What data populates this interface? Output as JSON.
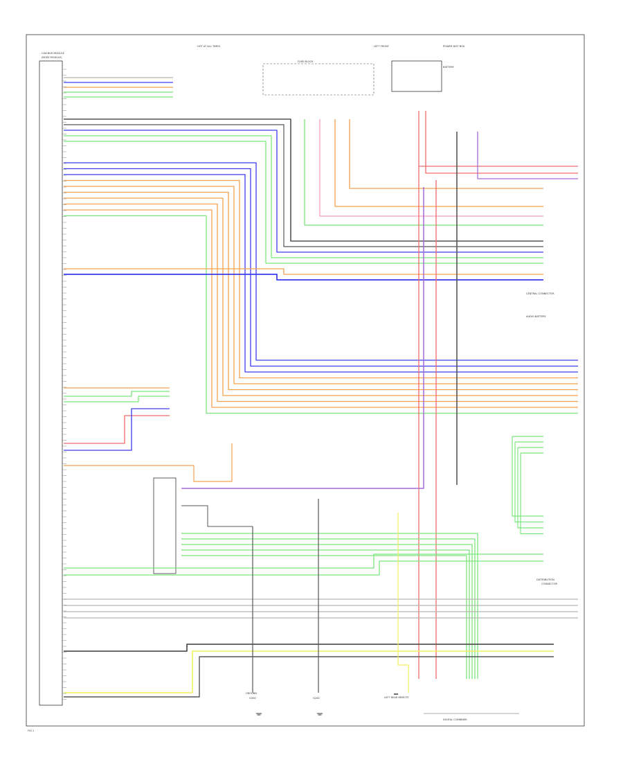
{
  "colors": {
    "blue": "#3a3cf0",
    "green": "#7be57b",
    "orange": "#f5a04a",
    "red": "#f06a6a",
    "gray": "#b5b5b5",
    "dark": "#555555",
    "violet": "#a66ad8",
    "yellow": "#f2f05a",
    "pink": "#f5a0b4",
    "lightgreen": "#9ee89e"
  },
  "labels": {
    "footer_code": "FIG.1",
    "module_left": "CAN BUS MODULE",
    "module_left_sub": "(BODY MODULE)",
    "right_conn_1": "CENTRAL CONNECTOR",
    "right_conn_2": "AUDIO BATTERY",
    "right_conn_3": "DISTRIBUTION",
    "right_conn_4": "CONNECTOR",
    "bottom_1": "GROUND",
    "bottom_2": "G300",
    "bottom_3": "G200",
    "bottom_4": "LEFT REAR REMOTE",
    "bottom_5": "DIGITAL COMBINER",
    "top_1": "HOT AT ALL TIMES",
    "top_2": "LEFT FRONT",
    "top_3": "FUSE BLOCK",
    "top_4": "BATTERY",
    "top_5": "POWER DIST BOX"
  }
}
